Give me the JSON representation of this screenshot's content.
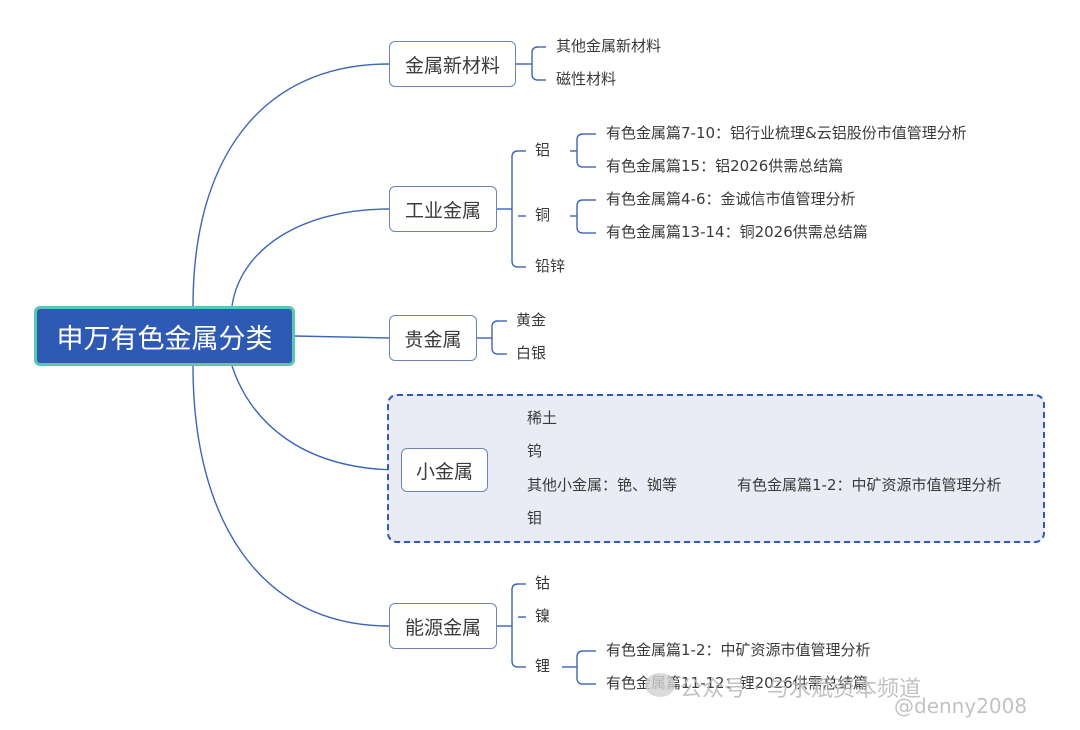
{
  "colors": {
    "root_fill": "#2f5ab4",
    "root_border": "#5bc7b0",
    "line": "#3e64b8",
    "highlight_fill": "#e9ecf5"
  },
  "root": {
    "label": "申万有色金属分类"
  },
  "branches": [
    {
      "label": "金属新材料",
      "children": [
        {
          "label": "其他金属新材料"
        },
        {
          "label": "磁性材料"
        }
      ]
    },
    {
      "label": "工业金属",
      "children": [
        {
          "label": "铝",
          "children": [
            {
              "label": "有色金属篇7-10：铝行业梳理&云铝股份市值管理分析"
            },
            {
              "label": "有色金属篇15：铝2026供需总结篇"
            }
          ]
        },
        {
          "label": "铜",
          "children": [
            {
              "label": "有色金属篇4-6：金诚信市值管理分析"
            },
            {
              "label": "有色金属篇13-14：铜2026供需总结篇"
            }
          ]
        },
        {
          "label": "铅锌"
        }
      ]
    },
    {
      "label": "贵金属",
      "children": [
        {
          "label": "黄金"
        },
        {
          "label": "白银"
        }
      ]
    },
    {
      "label": "小金属",
      "highlighted": true,
      "children": [
        {
          "label": "稀土"
        },
        {
          "label": "钨"
        },
        {
          "label": "其他小金属：铯、铷等",
          "children": [
            {
              "label": "有色金属篇1-2：中矿资源市值管理分析"
            }
          ]
        },
        {
          "label": "钼"
        }
      ]
    },
    {
      "label": "能源金属",
      "children": [
        {
          "label": "钴"
        },
        {
          "label": "镍"
        },
        {
          "label": "锂",
          "children": [
            {
              "label": "有色金属篇1-2：中矿资源市值管理分析"
            },
            {
              "label": "有色金属篇11-12：锂2026供需总结篇"
            }
          ]
        }
      ]
    }
  ],
  "watermark": {
    "channel": "公众号 · 与水斌资本频道",
    "handle": "@denny2008"
  }
}
